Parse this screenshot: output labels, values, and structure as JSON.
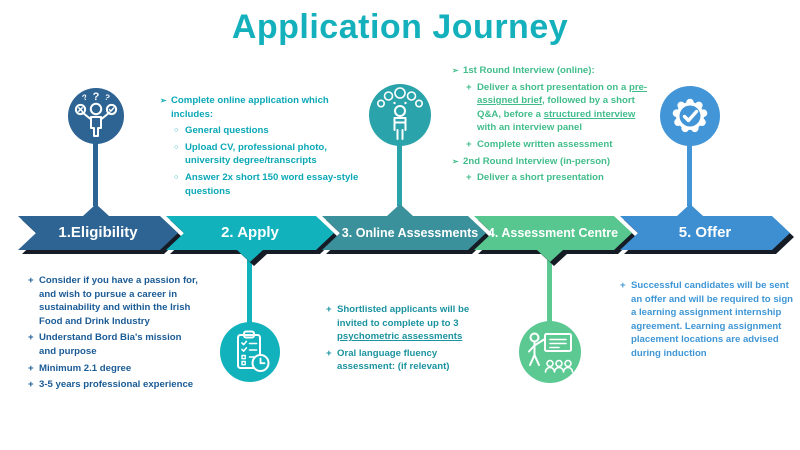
{
  "title": "Application Journey",
  "colors": {
    "background": "#ffffff",
    "title": "#14b1bd",
    "shadow": "#151c26"
  },
  "stages": [
    {
      "label": "1.Eligibility",
      "color": "#2d6493",
      "icon": "person-deciding-icon",
      "bullets": [
        "Consider if you have a passion for, and wish to pursue a career in sustainability and within the Irish Food and Drink Industry",
        "Understand Bord Bia's mission and purpose",
        "Minimum 2.1 degree",
        "3-5 years professional experience"
      ]
    },
    {
      "label": "2. Apply",
      "color": "#12b2bd",
      "icon": "application-checklist-icon",
      "intro": "Complete online application which includes:",
      "sub_bullets": [
        "General questions",
        "Upload CV, professional photo, university degree/transcripts",
        "Answer 2x short 150 word essay-style questions"
      ]
    },
    {
      "label": "3. Online Assessments",
      "color": "#3b919b",
      "icon": "thinking-person-icon",
      "bullet1": {
        "pre": "Shortlisted applicants will be invited to complete up to 3 ",
        "underlined": "psychometric assessments"
      },
      "bullet2": "Oral language fluency assessment: (if relevant)"
    },
    {
      "label": "4. Assessment Centre",
      "color": "#57c78f",
      "icon": "presentation-icon",
      "round1": {
        "heading": "1st Round Interview (online):",
        "item1": {
          "p1": "Deliver a short presentation on a ",
          "u1": "pre-assigned brief",
          "p2": ", followed by a short Q&A, before a ",
          "u2": "structured interview",
          "p3": " with an interview panel"
        },
        "item2": "Complete written assessment"
      },
      "round2": {
        "heading": "2nd Round Interview (in-person)",
        "item1": "Deliver a short presentation"
      }
    },
    {
      "label": "5. Offer",
      "color": "#3e8fd2",
      "icon": "award-badge-check-icon",
      "bullets": [
        "Successful candidates will be sent an offer and will be required to sign a learning assignment internship agreement. Learning assignment placement locations are advised during induction"
      ]
    }
  ]
}
